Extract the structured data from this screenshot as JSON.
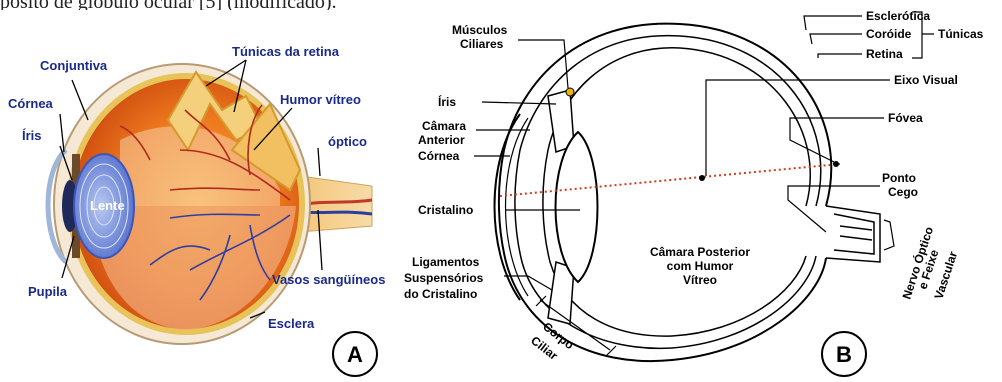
{
  "caption_fragment": "pósito de glóbulo ocular [5] (modificado).",
  "panel_a": {
    "letter": "A",
    "labels": {
      "conjuntiva": "Conjuntiva",
      "cornea": "Córnea",
      "iris": "Íris",
      "pupila": "Pupila",
      "lente": "Lente",
      "tunicas_retina": "Túnicas da retina",
      "humor_vitreo": "Humor vítreo",
      "optico": "óptico",
      "vasos": "Vasos sangüíneos",
      "esclera": "Esclera"
    }
  },
  "panel_b": {
    "letter": "B",
    "labels": {
      "musculos_1": "Músculos",
      "musculos_2": "Ciliares",
      "iris": "Íris",
      "camara_ant_1": "Câmara",
      "camara_ant_2": "Anterior",
      "cornea": "Córnea",
      "cristalino": "Cristalino",
      "lig_1": "Ligamentos",
      "lig_2": "Suspensórios",
      "lig_3": "do Cristalino",
      "corpo_1": "Corpo",
      "corpo_2": "Ciliar",
      "esclerotica": "Esclerótica",
      "coroide": "Coróide",
      "retina": "Retina",
      "tunicas": "Túnicas",
      "eixo": "Eixo Visual",
      "fovea": "Fóvea",
      "ponto_1": "Ponto",
      "ponto_2": "Cego",
      "nervo_1": "Nervo Óptico",
      "nervo_2": "e Feixe",
      "nervo_3": "Vascular",
      "camara_post_1": "Câmara Posterior",
      "camara_post_2": "com Humor",
      "camara_post_3": "Vítreo"
    }
  }
}
